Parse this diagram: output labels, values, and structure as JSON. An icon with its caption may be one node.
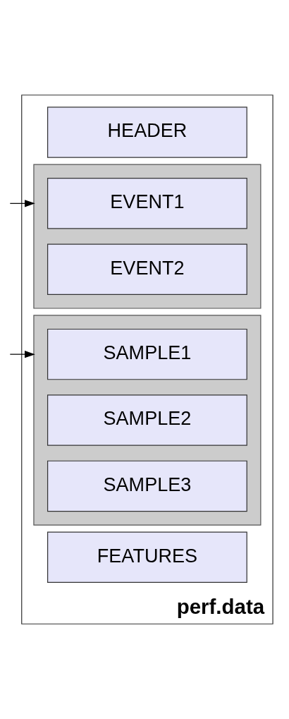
{
  "diagram": {
    "nodes": [
      {
        "text": [
          "perf.data"
        ]
      },
      {
        "text": [
          "HEADER"
        ],
        "in": 0
      },
      {
        "text": [],
        "shape": "box",
        "in": 0
      },
      {
        "text": [
          "EVENT1"
        ],
        "in": 2
      },
      {
        "text": [
          "EVENT2"
        ],
        "in": 2
      },
      {
        "text": [],
        "shape": "box",
        "in": 0
      },
      {
        "text": [
          "SAMPLE1"
        ],
        "in": 5
      },
      {
        "text": [
          "SAMPLE2"
        ],
        "in": 5
      },
      {
        "text": [
          "SAMPLE3"
        ],
        "in": 5
      },
      {
        "text": [
          "FEATURES"
        ],
        "in": 0
      }
    ],
    "edges": [
      {
        "from": null,
        "to": 2,
        "arrow": "to"
      },
      {
        "from": null,
        "to": 5,
        "arrow": "to"
      }
    ]
  }
}
